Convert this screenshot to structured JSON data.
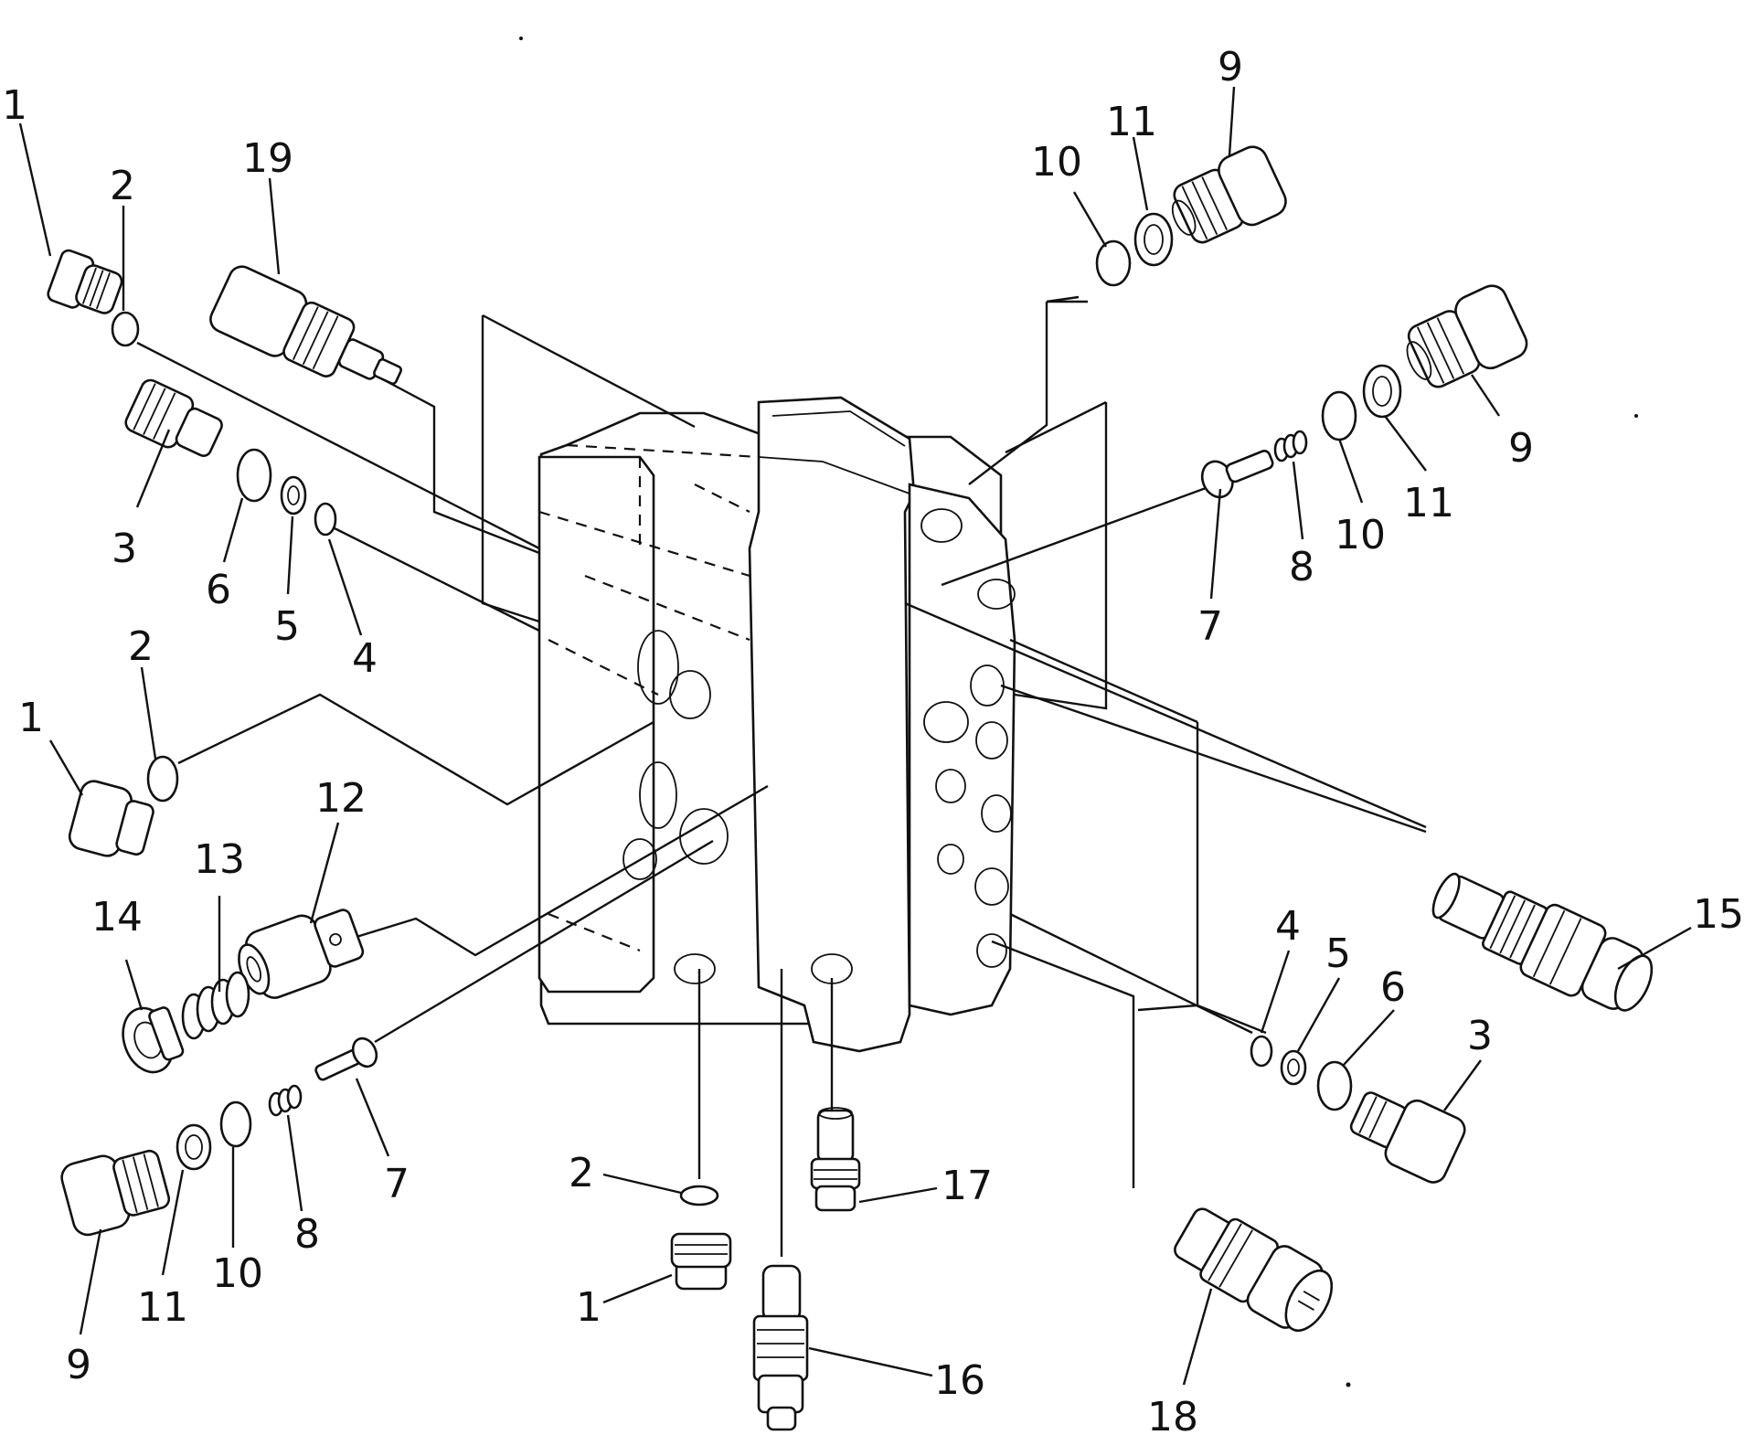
{
  "callouts": {
    "c1_tl": "1",
    "c2_tl": "2",
    "c19": "19",
    "c3_l": "3",
    "c6_l": "6",
    "c5_l": "5",
    "c4_l": "4",
    "c2_ml": "2",
    "c1_ml": "1",
    "c12": "12",
    "c13": "13",
    "c14": "14",
    "c9_bl": "9",
    "c11_bl": "11",
    "c10_bl": "10",
    "c8_bl": "8",
    "c7_bl": "7",
    "c2_bc": "2",
    "c1_bc": "1",
    "c17": "17",
    "c16": "16",
    "c18": "18",
    "c10_tr": "10",
    "c11_tr": "11",
    "c9_tr": "9",
    "c9_r": "9",
    "c11_r": "11",
    "c10_r": "10",
    "c8_r": "8",
    "c7_r": "7",
    "c15": "15",
    "c4_r": "4",
    "c5_r": "5",
    "c6_r": "6",
    "c3_r": "3"
  },
  "icons": [
    "control-valve-body",
    "plug",
    "o-ring",
    "relief-valve",
    "spring",
    "poppet",
    "washer",
    "valve-spool"
  ]
}
